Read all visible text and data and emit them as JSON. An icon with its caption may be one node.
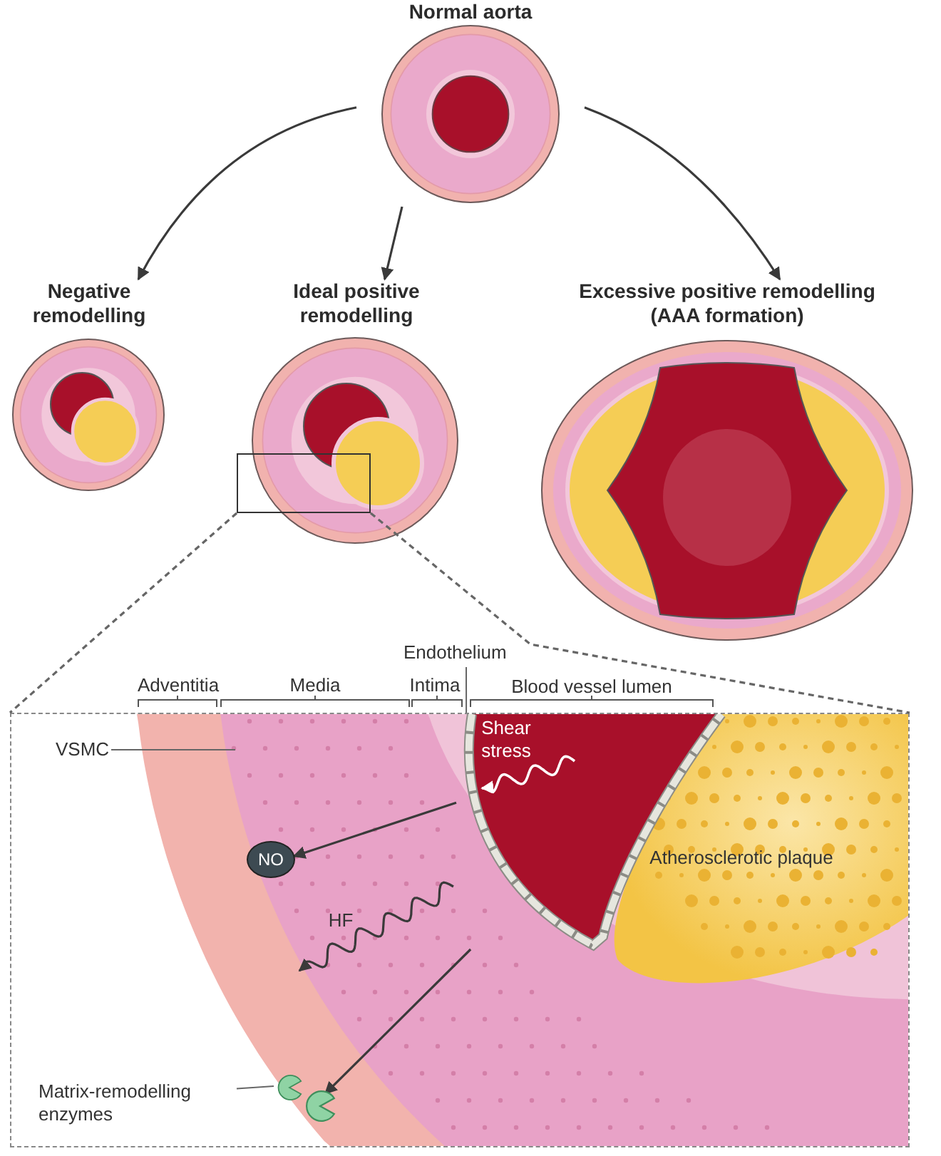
{
  "diagram": {
    "nodes": [
      {
        "text": [
          "Normal aorta"
        ]
      },
      {
        "text": [
          "Negative remodelling"
        ]
      },
      {
        "text": [
          "Ideal positive remodelling"
        ]
      },
      {
        "text": [
          "Excessive positive remodelling (AAA formation)"
        ]
      },
      {
        "text": [],
        "shape": "box",
        "in": 2
      },
      {
        "text": [],
        "shape": "box"
      },
      {
        "text": [
          "VSMC"
        ],
        "in": 5
      },
      {
        "text": [
          "Endothelium"
        ]
      },
      {
        "text": [
          "NO"
        ],
        "in": 5
      },
      {
        "text": [],
        "shape": "picture",
        "in": 5
      },
      {
        "text": [],
        "shape": "picture",
        "in": 5
      },
      {
        "text": [
          "Matrix-remodelling enzymes"
        ],
        "in": 5
      },
      {
        "text": [],
        "shape": "band",
        "in": 5
      }
    ],
    "edges": [
      {
        "from": 0,
        "to": 1,
        "arrow": "to"
      },
      {
        "from": 0,
        "to": 2,
        "arrow": "to"
      },
      {
        "from": 0,
        "to": 3,
        "arrow": "to"
      },
      {
        "from": 4,
        "to": 5,
        "arrow": "none",
        "style": "dashed"
      },
      {
        "from": 4,
        "to": 5,
        "arrow": "none",
        "style": "dashed"
      },
      {
        "from": 6,
        "to": null,
        "arrow": "none"
      },
      {
        "from": 7,
        "to": 12,
        "arrow": "none"
      },
      {
        "from": 12,
        "to": 8,
        "arrow": "to"
      },
      {
        "from": 12,
        "to": 10,
        "arrow": "to"
      },
      {
        "from": 11,
        "to": 9,
        "arrow": "none"
      }
    ],
    "labels": [
      "Adventitia",
      "Media",
      "Intima",
      "Blood vessel lumen",
      "Shear stress",
      "Atherosclerotic plaque",
      "HF"
    ]
  }
}
